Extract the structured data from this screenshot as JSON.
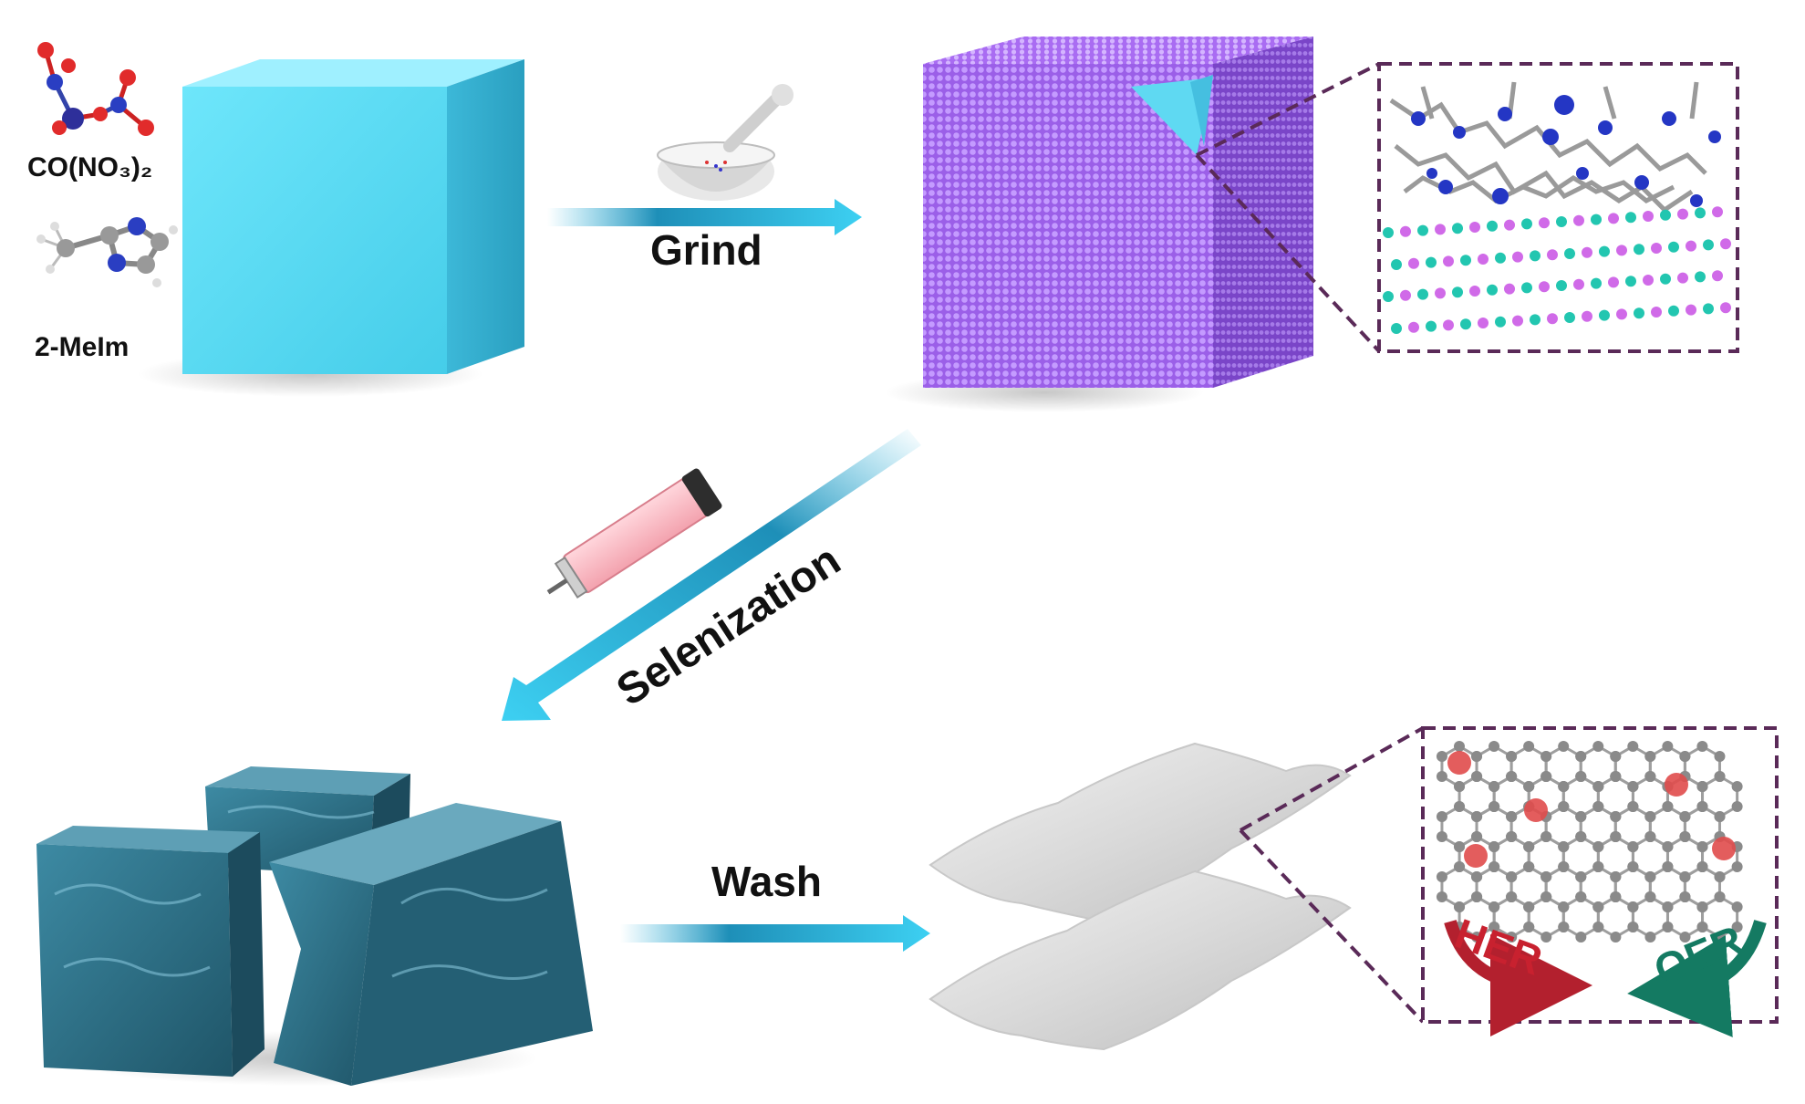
{
  "reagents": {
    "metal_salt": "CO(NO₃)₂",
    "ligand": "2-MeIm"
  },
  "steps": {
    "grind": "Grind",
    "selenization": "Selenization",
    "wash": "Wash"
  },
  "reactions": {
    "her": "HER",
    "oer": "OER"
  },
  "colors": {
    "cube": "#5fd9f2",
    "cube_dark": "#2fa6c6",
    "lattice": "#a56bf0",
    "arrow": "#2ab3dd",
    "selenide_cube": "#2c6a80",
    "callout_border": "#5a2a58",
    "her_arrow": "#b3202e",
    "oer_arrow": "#147a62"
  },
  "icons": [
    "mortar-pestle-icon",
    "tube-furnace-icon",
    "nitrate-molecule-icon",
    "imidazole-molecule-icon"
  ]
}
